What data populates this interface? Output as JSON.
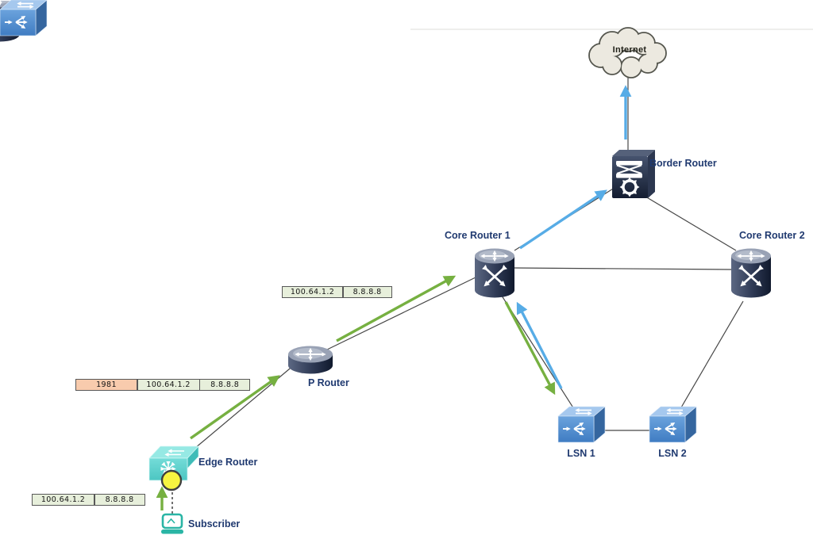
{
  "colors": {
    "private_flow_green": "#76b041",
    "public_flow_blue": "#57ace6",
    "node_label_navy": "#203a70",
    "packet_field_bg_green": "#e7efdb",
    "packet_port_bg_orange": "#f8cbad"
  },
  "nodes": {
    "internet": {
      "label": "Internet"
    },
    "border_router": {
      "label": "Border Router"
    },
    "core_router_1": {
      "label": "Core Router 1"
    },
    "core_router_2": {
      "label": "Core Router 2"
    },
    "p_router": {
      "label": "P Router"
    },
    "edge_router": {
      "label": "Edge Router"
    },
    "subscriber": {
      "label": "Subscriber"
    },
    "lsn_1": {
      "label": "LSN 1"
    },
    "lsn_2": {
      "label": "LSN 2"
    }
  },
  "packets": {
    "core_uplink": {
      "fields": [
        "100.64.1.2",
        "8.8.8.8"
      ]
    },
    "edge_uplink": {
      "fields": [
        "1981",
        "100.64.1.2",
        "8.8.8.8"
      ]
    },
    "subscriber_flow": {
      "fields": [
        "100.64.1.2",
        "8.8.8.8"
      ]
    }
  }
}
